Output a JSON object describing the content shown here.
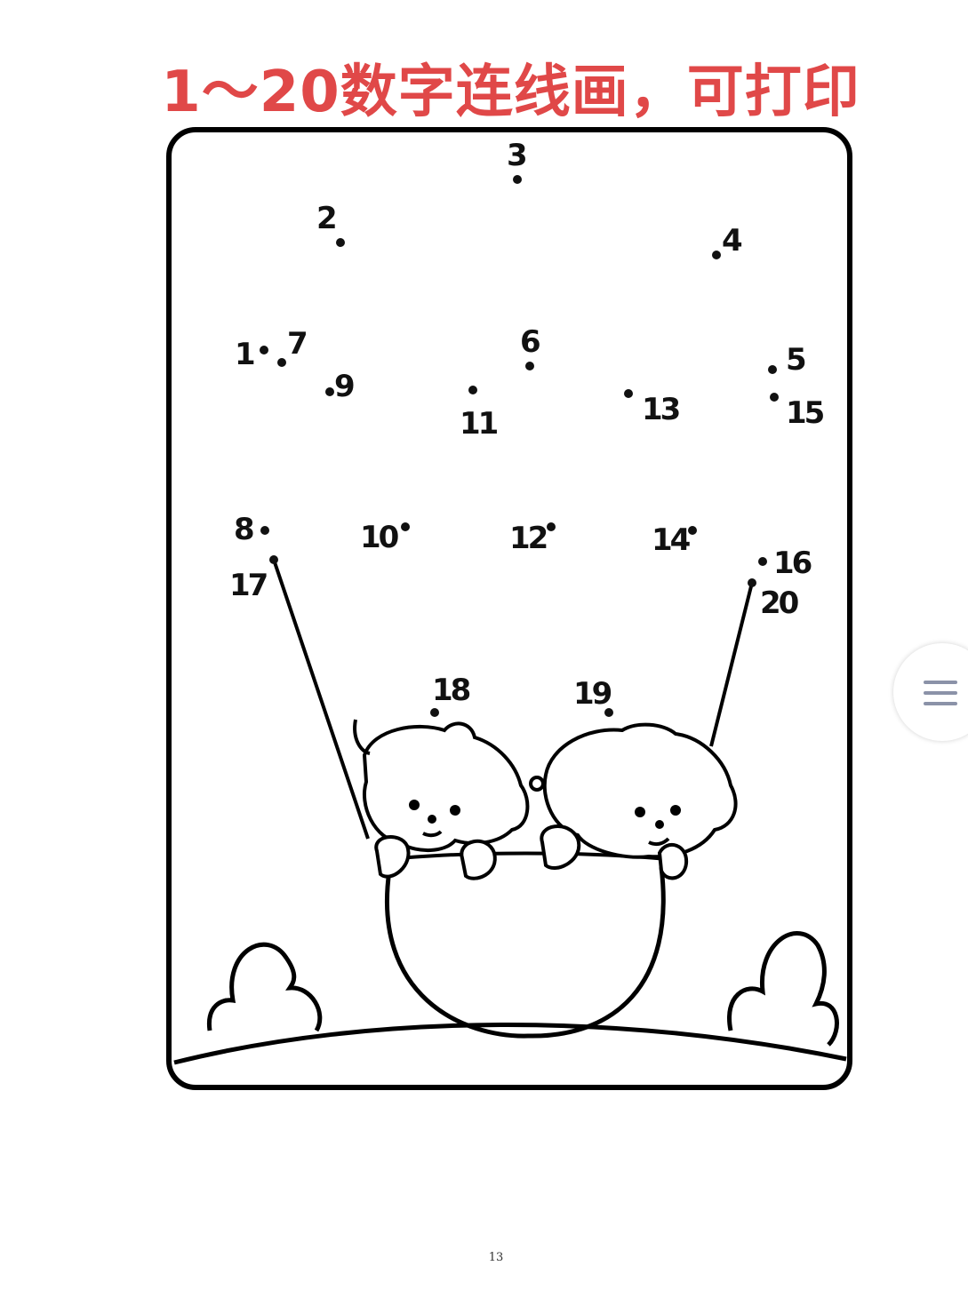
{
  "header": {
    "title": "1～20数字连线画，可打印"
  },
  "footer": {
    "page_number": "13"
  },
  "dots": [
    {
      "n": "1"
    },
    {
      "n": "2"
    },
    {
      "n": "3"
    },
    {
      "n": "4"
    },
    {
      "n": "5"
    },
    {
      "n": "6"
    },
    {
      "n": "7"
    },
    {
      "n": "8"
    },
    {
      "n": "9"
    },
    {
      "n": "10"
    },
    {
      "n": "11"
    },
    {
      "n": "12"
    },
    {
      "n": "13"
    },
    {
      "n": "14"
    },
    {
      "n": "15"
    },
    {
      "n": "16"
    },
    {
      "n": "17"
    },
    {
      "n": "18"
    },
    {
      "n": "19"
    },
    {
      "n": "20"
    }
  ],
  "side_button": {
    "icon": "menu-icon"
  }
}
